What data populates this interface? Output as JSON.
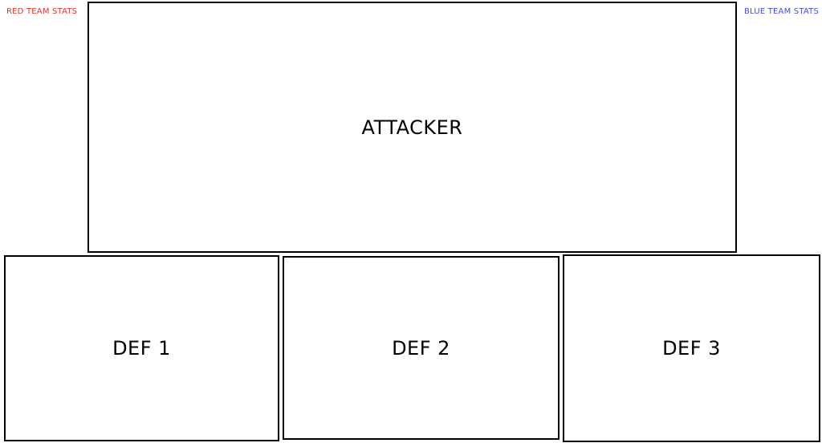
{
  "colors": {
    "red_team": "#e0342e",
    "blue_team": "#4a4fd0",
    "border": "#000000"
  },
  "teams": {
    "red_label": "RED TEAM STATS",
    "blue_label": "BLUE TEAM STATS"
  },
  "panels": {
    "attacker": "ATTACKER",
    "def1": "DEF 1",
    "def2": "DEF 2",
    "def3": "DEF 3"
  }
}
